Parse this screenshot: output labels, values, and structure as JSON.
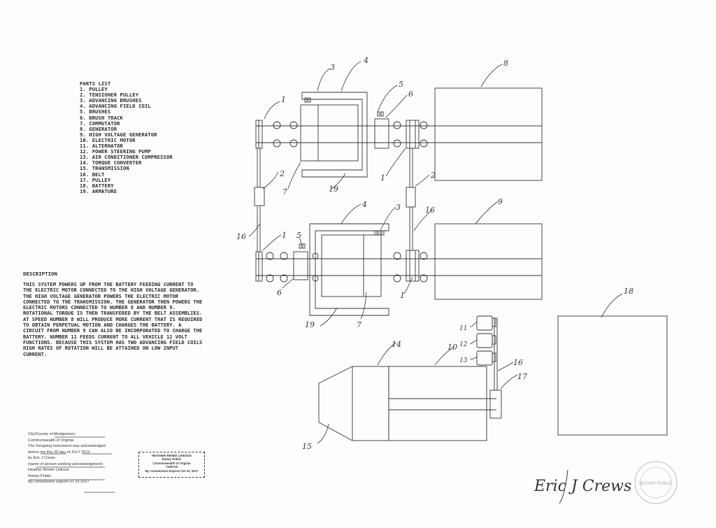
{
  "parts_list": {
    "title": "PARTS LIST",
    "items": [
      "1. PULLEY",
      "2. TENSIONER PULLEY",
      "3. ADVANCING BRUSHES",
      "4. ADVANCING FIELD COIL",
      "5. BRUSHES",
      "6. BRUSH TRACK",
      "7. COMMUTATOR",
      "8. GENERATOR",
      "9. HIGH VOLTAGE GENERATOR",
      "10. ELECTRIC MOTOR",
      "11. ALTERNATOR",
      "12. POWER STEERING PUMP",
      "13. AIR CONDITIONER COMPRESSOR",
      "14. TORQUE CONVERTER",
      "15. TRANSMISSION",
      "16. BELT",
      "17. PULLEY",
      "18. BATTERY",
      "19. ARMATURE"
    ]
  },
  "description": {
    "title": "DESCRIPTION",
    "lines": [
      "THIS SYSTEM POWERS UP FROM THE BATTERY FEEDING CURRENT TO",
      "THE ELECTRIC MOTOR CONNECTED TO THE HIGH VOLTAGE GENERATOR.",
      "THE HIGH VOLTAGE GENERATOR POWERS THE ELECTRIC MOTOR",
      "CONNECTED TO THE TRANSMISSION. THE GENERATOR THEN POWERS THE",
      "ELECTRIC MOTORS CONNECTED TO NUMBER 8 AND NUMBER 9.",
      "ROTATIONAL TORQUE IS THEN TRANSFERED BY THE BELT ASSEMBLIES.",
      "AT SPEED NUMBER 8 WILL PRODUCE MORE CURRENT THAT IS REQUIRED",
      "TO OBTAIN PERPETUAL MOTION AND CHARGES THE BATTERY. A",
      "CIRCUIT FROM NUMBER 9 CAN ALSO BE INCORPORATED TO CHARGE THE",
      "BATTERY. NUMBER 11 FEEDS CURRENT TO ALL VEHICLE 12 VOLT",
      "FUNCTIONS. BECAUSE THIS SYSTEM HAS TWO ADVANCING FIELD COILS",
      "HIGH RATES OF ROTATION WILL BE ATTAINED ON LOW INPUT",
      "CURRENT."
    ]
  },
  "callouts": {
    "c1a": "1",
    "c3a": "3",
    "c4a": "4",
    "c5a": "5",
    "c6a": "6",
    "c8": "8",
    "c7a": "7",
    "c19a": "19",
    "c1b": "1",
    "c2a": "2",
    "c2b": "2",
    "c16a": "16",
    "c1c": "1",
    "c4b": "4",
    "c3b": "3",
    "c16b": "16",
    "c9": "9",
    "c5b": "5",
    "c6b": "6",
    "c19b": "19",
    "c7b": "7",
    "c1d": "1",
    "c18": "18",
    "c14": "14",
    "c10": "10",
    "c11": "11",
    "c12": "12",
    "c13": "13",
    "c16c": "16",
    "c17": "17",
    "c15": "15"
  },
  "notary": {
    "lines": [
      "City/County of  Montgomery",
      "Commonwealth of Virginia",
      "The foregoing instrument was acknowledged",
      "before me this 25 day of  JULY  2013",
      "by  Eric J Crews",
      "(name of person seeking acknowledgment)",
      "Heather Renee Linkous",
      "Notary Public",
      "My commission expires 07.31.2017"
    ]
  },
  "notary_stamp": {
    "lines": [
      "HEATHER RENEE LINKOUS",
      "Notary Public",
      "Commonwealth of Virginia",
      "7538718",
      "My Commission Expires Oct 31, 2017"
    ]
  },
  "signature": "Eric J Crews",
  "seal_text": "NOTARY PUBLIC"
}
